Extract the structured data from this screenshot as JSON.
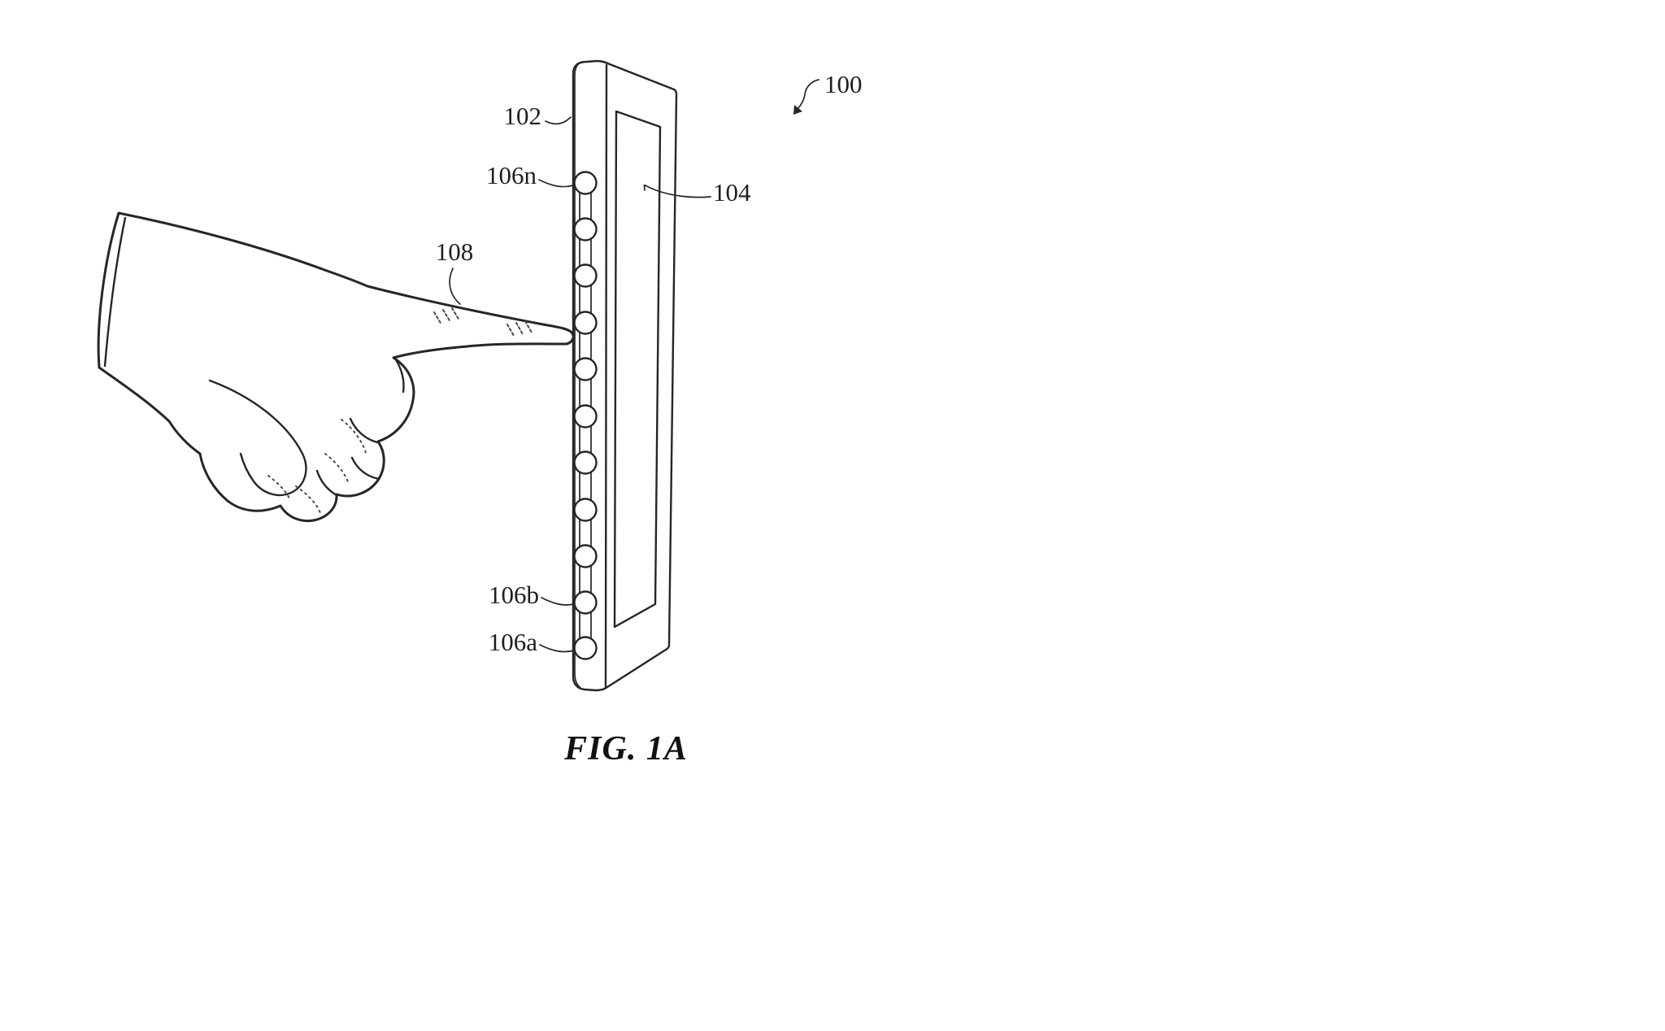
{
  "colors": {
    "ink": "#262626",
    "background": "#ffffff"
  },
  "figure": {
    "caption": "FIG. 1A",
    "reference_labels": {
      "r100": "100",
      "r102": "102",
      "r104": "104",
      "r106n": "106n",
      "r106b": "106b",
      "r106a": "106a",
      "r108": "108"
    }
  }
}
